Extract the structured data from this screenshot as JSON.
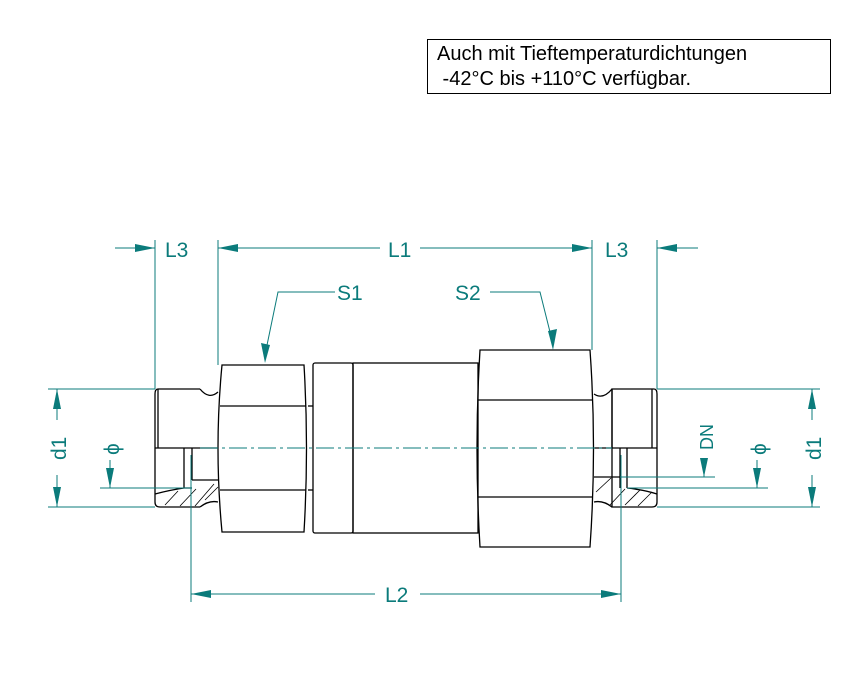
{
  "note": {
    "line1": "Auch mit Tieftemperaturdichtungen",
    "line2": " -42°C bis +110°C verfügbar."
  },
  "labels": {
    "L1": "L1",
    "L2": "L2",
    "L3_left": "L3",
    "L3_right": "L3",
    "S1": "S1",
    "S2": "S2",
    "d1_left": "d1",
    "d1_right": "d1",
    "phi_left": "ϕ",
    "phi_right": "ϕ",
    "DN": "DN"
  },
  "colors": {
    "dimension": "#0b7b7b",
    "outline": "#000000"
  }
}
